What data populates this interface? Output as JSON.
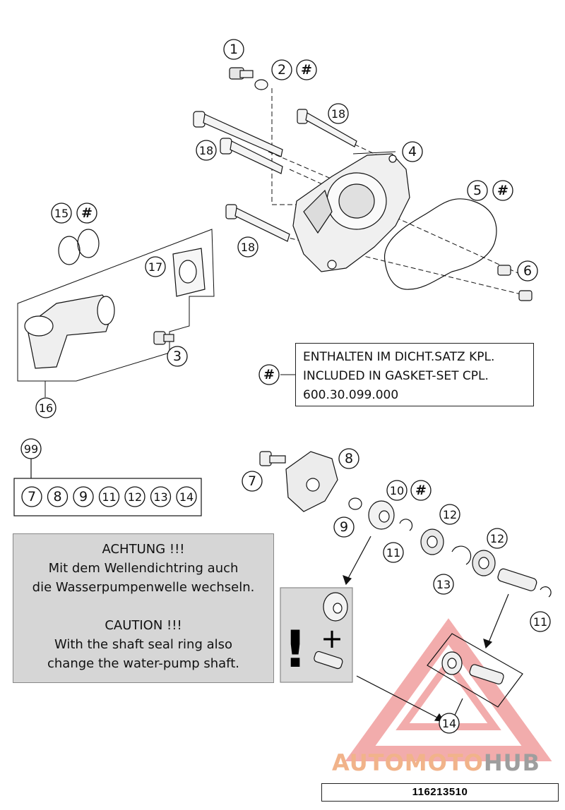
{
  "diagram": {
    "callouts": {
      "c1": "1",
      "c2": "2",
      "c2h": "#",
      "c18a": "18",
      "c4": "4",
      "c18b": "18",
      "c5": "5",
      "c5h": "#",
      "c15": "15",
      "c15h": "#",
      "c18c": "18",
      "c6": "6",
      "c17": "17",
      "c3": "3",
      "c16": "16",
      "chash": "#",
      "c99": "99",
      "c8": "8",
      "c7": "7",
      "c10": "10",
      "c10h": "#",
      "c9": "9",
      "c12a": "12",
      "c11a": "11",
      "c12b": "12",
      "c13": "13",
      "c11b": "11",
      "c14": "14"
    },
    "kit_items": [
      "7",
      "8",
      "9",
      "11",
      "12",
      "13",
      "14"
    ],
    "note_lines": [
      "ENTHALTEN IM DICHT.SATZ KPL.",
      "INCLUDED IN GASKET-SET CPL.",
      "600.30.099.000"
    ],
    "warning": {
      "de_title": "ACHTUNG !!!",
      "de_line1": "Mit dem Wellendichtring auch",
      "de_line2": "die Wasserpumpenwelle wechseln.",
      "en_title": "CAUTION !!!",
      "en_line1": "With the shaft seal ring also",
      "en_line2": "change the water-pump shaft."
    },
    "exclamation": "!",
    "plus": "+",
    "drawing_code": "116213510"
  },
  "watermark": {
    "part1": "AUTOMOTO",
    "part2": "HUB",
    "color_primary": "#f1b38a",
    "color_secondary": "#9e9e9e",
    "triangle_color": "#e96a6a"
  }
}
